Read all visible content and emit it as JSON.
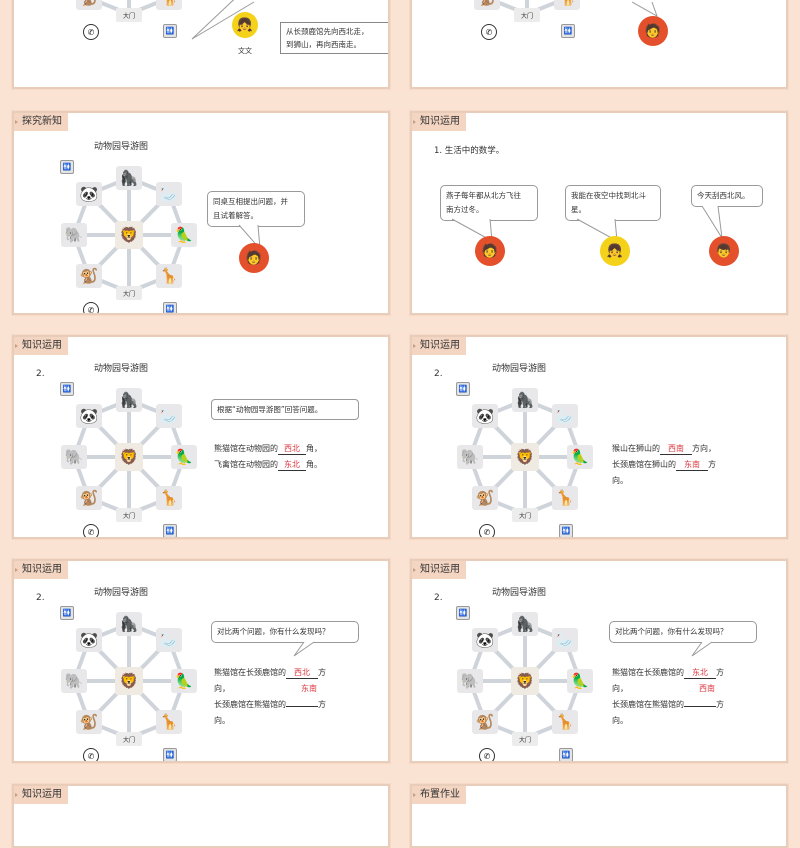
{
  "map_common": {
    "title": "动物园导游图",
    "gate_label": "大门",
    "restroom_icon": "restroom-icon",
    "phone_icon": "phone-icon",
    "nodes": {
      "north": "chimpanzee",
      "northeast": "swan",
      "east": "bird",
      "southeast": "giraffe",
      "south": "gate",
      "southwest": "monkey",
      "west": "elephant",
      "northwest": "panda",
      "center": "lion"
    }
  },
  "slides": [
    {
      "id": "slide-1",
      "partial": true,
      "character_name": "文文",
      "box_text_1": "从长颈鹿馆先向西北走，",
      "box_text_2": "到狮山，再向西南走。"
    },
    {
      "id": "slide-2",
      "partial": true
    },
    {
      "id": "slide-3",
      "tag": "探究新知",
      "bubble_line_1": "同桌互相提出问题，并",
      "bubble_line_2": "且试着解答。"
    },
    {
      "id": "slide-4",
      "tag": "知识运用",
      "heading": "1. 生活中的数学。",
      "bubbles": [
        {
          "line_1": "燕子每年都从北方飞往",
          "line_2": "南方过冬。"
        },
        {
          "line_1": "我能在夜空中找到北斗",
          "line_2": "星。"
        },
        {
          "line_1": "今天刮西北风。",
          "line_2": ""
        }
      ]
    },
    {
      "id": "slide-5",
      "tag": "知识运用",
      "qnum": "2.",
      "box_text": "根据“动物园导游图”回答问题。",
      "line_1_pre": "熊猫馆在动物园的",
      "line_1_ans": "西北",
      "line_1_post": "角，",
      "line_2_pre": "飞禽馆在动物园的",
      "line_2_ans": "东北",
      "line_2_post": "角。"
    },
    {
      "id": "slide-6",
      "tag": "知识运用",
      "qnum": "2.",
      "line_1_pre": "猴山在狮山的",
      "line_1_ans": "西南",
      "line_1_post": "方向，",
      "line_2_pre": "长颈鹿馆在狮山的",
      "line_2_ans": "东南",
      "line_2_post": "方",
      "line_3": "向。"
    },
    {
      "id": "slide-7",
      "tag": "知识运用",
      "qnum": "2.",
      "bubble_text": "对比两个问题，你有什么发现吗？",
      "line_1_pre": "熊猫馆在长颈鹿馆的",
      "line_1_ans": "西北",
      "line_1_post": "方",
      "line_2": "向，",
      "line_2_ans": "东南",
      "line_3_pre": "长颈鹿馆在熊猫馆的",
      "line_3_post": "方",
      "line_4": "向。"
    },
    {
      "id": "slide-8",
      "tag": "知识运用",
      "qnum": "2.",
      "bubble_text": "对比两个问题，你有什么发现吗？",
      "line_1_pre": "熊猫馆在长颈鹿馆的",
      "line_1_ans": "东北",
      "line_1_post": "方",
      "line_2": "向，",
      "line_2_ans": "西南",
      "line_3_pre": "长颈鹿馆在熊猫馆的",
      "line_3_post": "方",
      "line_4": "向。"
    },
    {
      "id": "slide-9",
      "tag": "知识运用",
      "partial": true
    },
    {
      "id": "slide-10",
      "tag": "布置作业",
      "partial": true
    }
  ],
  "colors": {
    "background": "#fbe3d3",
    "tag_bg": "#f3d5c2",
    "answer_red": "#d9363e",
    "avatar_red": "#e3502b",
    "avatar_yellow": "#f5d21a"
  }
}
